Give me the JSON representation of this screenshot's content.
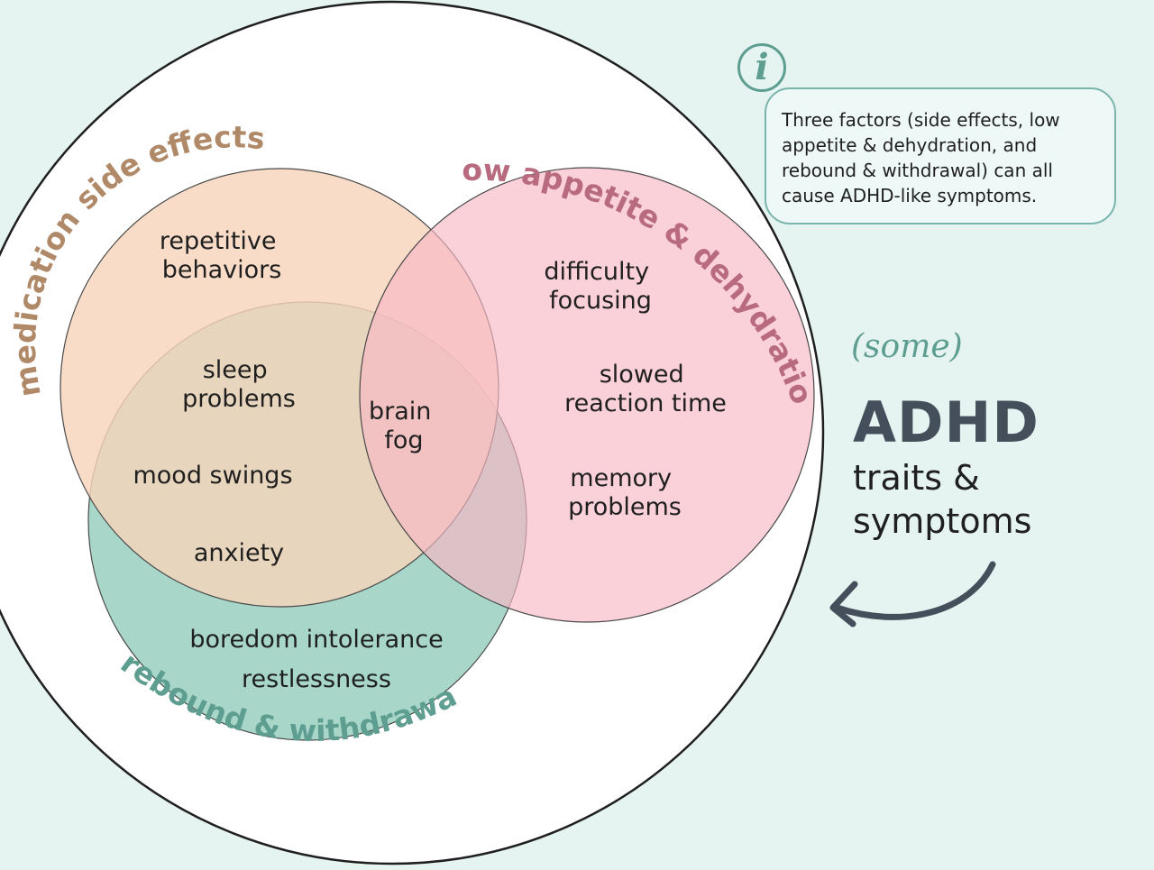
{
  "info": {
    "icon": "info-icon",
    "icon_glyph": "i",
    "text": "Three factors (side effects, low appetite & dehydration, and rebound & withdrawal) can all cause ADHD-like symptoms."
  },
  "side_label": {
    "qualifier": "(some)",
    "title": "ADHD",
    "subtitle_lines": [
      "traits &",
      "symptoms"
    ]
  },
  "colors": {
    "background": "#e5f3f1",
    "outer_circle": "#ffffff",
    "medication": "#f7d4bb",
    "medication_label": "#b08a68",
    "appetite": "#f8b8c6",
    "appetite_label": "#b86b7f",
    "rebound": "#a8d7c9",
    "rebound_label": "#5e9e91",
    "adhd": "#454f5c"
  },
  "sets": {
    "medication": {
      "label": "medication side effects"
    },
    "appetite": {
      "label": "low appetite & dehydration"
    },
    "rebound": {
      "label": "rebound & withdrawal"
    }
  },
  "regions": {
    "medication_only": [
      [
        "repetitive",
        "behaviors"
      ]
    ],
    "appetite_only": [
      [
        "difficulty",
        "focusing"
      ],
      [
        "slowed",
        "reaction time"
      ],
      [
        "memory",
        "problems"
      ]
    ],
    "medication_rebound": [
      [
        "sleep",
        "problems"
      ],
      [
        "mood swings"
      ],
      [
        "anxiety"
      ]
    ],
    "all_three": [
      [
        "brain",
        "fog"
      ]
    ],
    "rebound_only": [
      [
        "boredom intolerance"
      ],
      [
        "restlessness"
      ]
    ]
  }
}
